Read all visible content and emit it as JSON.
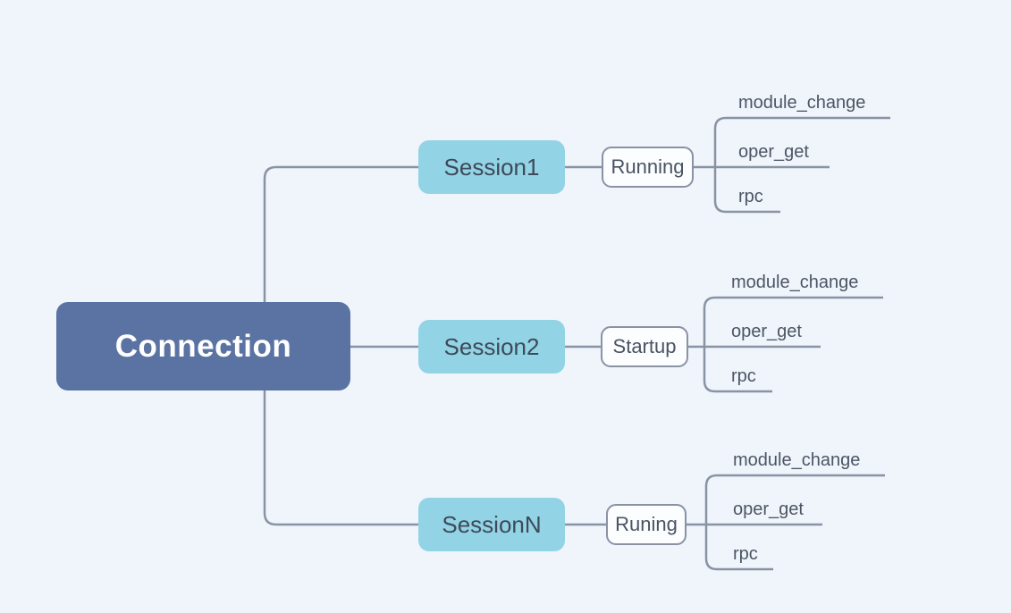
{
  "diagram": {
    "type": "mindmap",
    "background": "#eff5fb",
    "line_color": "#8a93a4"
  },
  "root": {
    "label": "Connection",
    "fill": "#5a73a2",
    "text_color": "#ffffff"
  },
  "sessions": [
    {
      "label": "Session1",
      "state": "Running",
      "leaves": [
        "module_change",
        "oper_get",
        "rpc"
      ]
    },
    {
      "label": "Session2",
      "state": "Startup",
      "leaves": [
        "module_change",
        "oper_get",
        "rpc"
      ]
    },
    {
      "label": "SessionN",
      "state": "Runing",
      "leaves": [
        "module_change",
        "oper_get",
        "rpc"
      ]
    }
  ],
  "colors": {
    "session_fill": "#92d3e5",
    "session_text": "#3e4a59",
    "state_border": "#8a92a4",
    "state_text": "#4a5362",
    "leaf_text": "#4d5565"
  }
}
